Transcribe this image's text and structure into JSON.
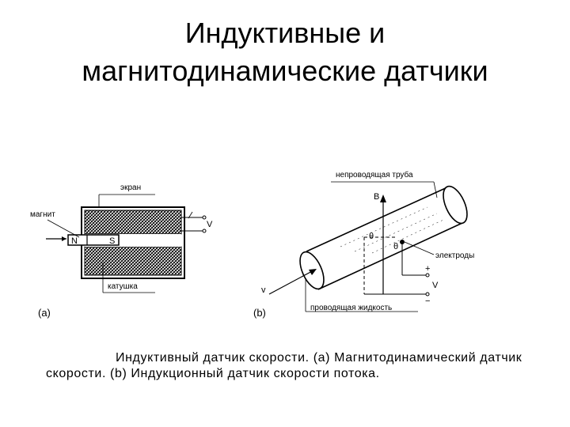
{
  "title": {
    "line1": "Индуктивные и",
    "line2": "магнитодинамические датчики"
  },
  "diagram_a": {
    "panel_label": "(a)",
    "labels": {
      "screen": "экран",
      "magnet": "магнит",
      "coil": "катушка",
      "north": "N",
      "south": "S",
      "output": "V"
    }
  },
  "diagram_b": {
    "panel_label": "(b)",
    "labels": {
      "pipe": "непроводящая труба",
      "field": "B",
      "angle1": "θ",
      "angle2": "θ",
      "electrodes": "электроды",
      "velocity": "v",
      "output": "V",
      "plus": "+",
      "minus": "−",
      "liquid": "проводящая жидкость"
    }
  },
  "caption": {
    "line1": "Индуктивный датчик скорости. (a) Магнитодинамический датчик",
    "line2": "скорости. (b) Индукционный датчик скорости потока."
  }
}
